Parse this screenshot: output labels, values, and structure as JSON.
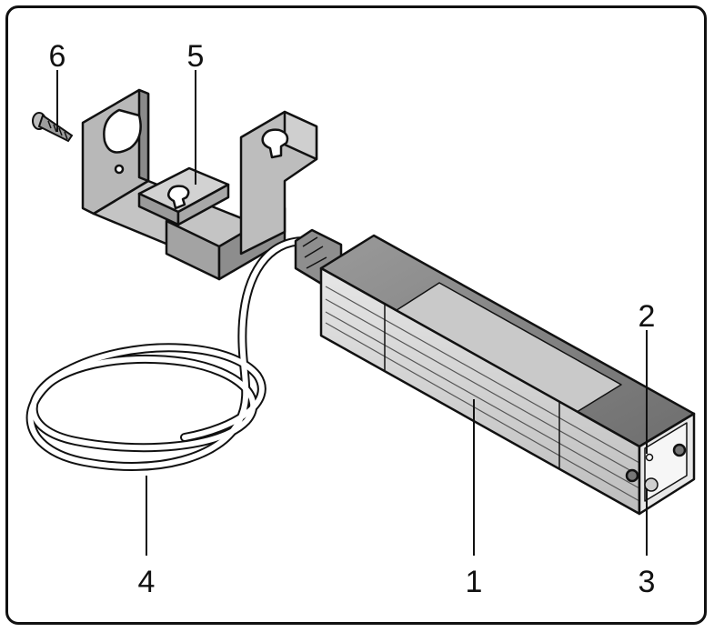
{
  "diagram": {
    "callouts": [
      {
        "id": "c1",
        "label": "1"
      },
      {
        "id": "c2",
        "label": "2"
      },
      {
        "id": "c3",
        "label": "3"
      },
      {
        "id": "c4",
        "label": "4"
      },
      {
        "id": "c5",
        "label": "5"
      },
      {
        "id": "c6",
        "label": "6"
      }
    ],
    "parts": {
      "device_housing": "housing",
      "led_indicator": "indicator",
      "button": "button",
      "cable": "cable",
      "bracket": "bracket",
      "screw": "screw"
    },
    "colors": {
      "metal_light": "#d9d9d9",
      "metal_mid": "#b3b3b3",
      "metal_dark": "#8c8c8c",
      "outline": "#111111"
    }
  }
}
